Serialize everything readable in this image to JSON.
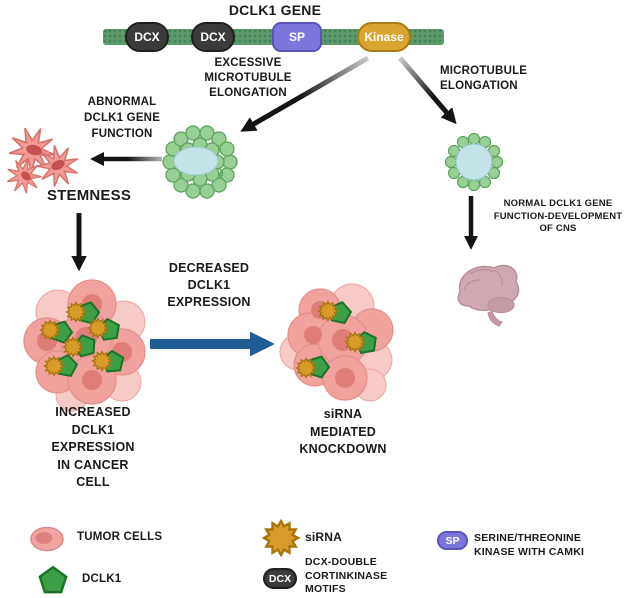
{
  "figure": {
    "title": "DCLK1 GENE",
    "gene_bar": {
      "domains": [
        {
          "label": "DCX"
        },
        {
          "label": "DCX"
        },
        {
          "label": "SP"
        },
        {
          "label": "Kinase"
        }
      ]
    },
    "annotations": {
      "excessive_elongation": "EXCESSIVE\nMICROTUBULE\nELONGATION",
      "microtubule_elongation": "MICROTUBULE\nELONGATION",
      "abnormal_function": "ABNORMAL\nDCLK1 GENE\nFUNCTION",
      "stemness": "STEMNESS",
      "normal_function": "NORMAL DCLK1 GENE\nFUNCTION-DEVELOPMENT\nOF CNS",
      "decreased_expression": "DECREASED\nDCLK1\nEXPRESSION",
      "increased_expression": "INCREASED\nDCLK1\nEXPRESSION\nIN CANCER\nCELL",
      "sirna_knockdown": "siRNA\nMEDIATED\nKNOCKDOWN"
    },
    "legend": {
      "tumor_cells_label": "TUMOR CELLS",
      "dclk1_label": "DCLK1",
      "sirna_label": "siRNA",
      "dcx_badge_label": "DCX",
      "dcx_motifs_label": "DCX-DOUBLE\nCORTINKINASE\nMOTIFS",
      "sp_badge_label": "SP",
      "sp_kinase_label": "SERINE/THREONINE\nKINASE WITH CAMKI"
    },
    "icons": {
      "tumor_cell": "tumor-cell-oval-icon",
      "dclk1": "dclk1-pentagon-icon",
      "sirna": "sirna-starburst-icon",
      "dcx": "dcx-domain-badge",
      "sp": "sp-domain-badge",
      "brain": "brain-icon",
      "microtubule_cluster": "microtubule-cell-cluster-icon",
      "microtubule_ring": "microtubule-ring-cell-icon",
      "stem_cells": "stem-like-cells-icon"
    },
    "colors": {
      "gene_bar_green": "#5d9b6b",
      "dcx_dark": "#3b3b3b",
      "sp_purple": "#7c76dc",
      "kinase_gold": "#d9a52f",
      "arrow_black": "#141414",
      "arrow_blue": "#1d5c94",
      "tumor_pink": "#f1a29e",
      "tumor_pink_light": "#f7c9c7",
      "nucleus_pink": "#df7d78",
      "dclk1_green": "#3da047",
      "sirna_gold": "#d99c2b",
      "microtubule_green": "#97cf95",
      "cell_center_blue": "#c3e3e6",
      "brain_pink": "#cfa9b2",
      "stem_cell_pink": "#f29a94"
    }
  }
}
